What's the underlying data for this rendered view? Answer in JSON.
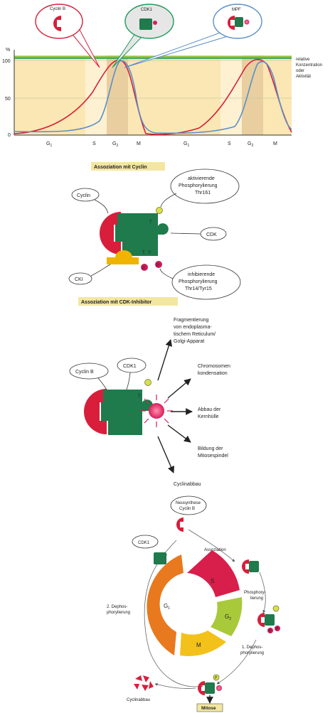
{
  "colors": {
    "cyclin": "#d81e3a",
    "cdk": "#1f7a4c",
    "mpf_line": "#5a8fc8",
    "cyclin_line": "#d81e3a",
    "cdk_line": "#1e9a5a",
    "band_light": "#fbe7b3",
    "band_dark": "#e9cfa0",
    "phospho_p": "#cc1a5a",
    "phospho_yellow": "#d7e04a",
    "cki": "#f0b400",
    "callout_box": "#f3e7a0"
  },
  "panel_a": {
    "bubbles": {
      "cyclin": "Cyclin B",
      "cdk": "CDK1",
      "mpf": "MPF"
    },
    "y_axis": {
      "unit": "%",
      "ticks": [
        "100",
        "50",
        "0"
      ]
    },
    "side_label": [
      "relative",
      "Konzentration",
      "oder",
      "Aktivität"
    ],
    "phases": [
      {
        "main": "G",
        "sub": "1"
      },
      {
        "main": "S",
        "sub": ""
      },
      {
        "main": "G",
        "sub": "2"
      },
      {
        "main": "M",
        "sub": ""
      },
      {
        "main": "G",
        "sub": "1"
      },
      {
        "main": "S",
        "sub": ""
      },
      {
        "main": "G",
        "sub": "2"
      },
      {
        "main": "M",
        "sub": ""
      }
    ]
  },
  "panel_b": {
    "title_top": "Assoziation mit Cyclin",
    "title_bottom": "Assoziation mit CDK-Inhibitor",
    "label_cyclin": "Cyclin",
    "label_cdk": "CDK",
    "label_cki": "CKI",
    "label_activating": [
      "aktivierende",
      "Phosphorylierung",
      "Thr161"
    ],
    "label_inhibitory": [
      "inhibierende",
      "Phosphorylierung",
      "Thr14/Tyr15"
    ],
    "site_t": "T",
    "site_y": "Y",
    "p_label": "P"
  },
  "panel_c": {
    "label_cyclin_b": "Cyclin B",
    "label_cdk1": "CDK1",
    "site_t": "T",
    "effects": [
      [
        "Fragmentierung",
        "von endoplasma-",
        "tischem Reticulum/",
        "Golgi-Apparat"
      ],
      [
        "Chromosomen",
        "kondensation"
      ],
      [
        "Abbau der",
        "Kernhülle"
      ],
      [
        "Bildung der",
        "Mitosespindel"
      ],
      [
        "Cyclinabbau"
      ]
    ]
  },
  "panel_d": {
    "neusynthese": [
      "Neusynthese",
      "Cyclin B"
    ],
    "cdk1": "CDK1",
    "assoziation": "Assoziation",
    "phosphorylierung": [
      "Phosphory-",
      "lierung"
    ],
    "dephos1": [
      "1. Dephos-",
      "phorylierung"
    ],
    "dephos2": [
      "2. Dephos-",
      "phorylierung"
    ],
    "cyclinabbau": "Cyclinabbau",
    "mitose": "Mitose",
    "cycle_phases": [
      {
        "main": "G",
        "sub": "1",
        "color": "#e8791e"
      },
      {
        "main": "S",
        "sub": "",
        "color": "#d81e4a"
      },
      {
        "main": "G",
        "sub": "2",
        "color": "#a8c93a"
      },
      {
        "main": "M",
        "sub": "",
        "color": "#f2c21a"
      }
    ],
    "p_label": "P"
  }
}
